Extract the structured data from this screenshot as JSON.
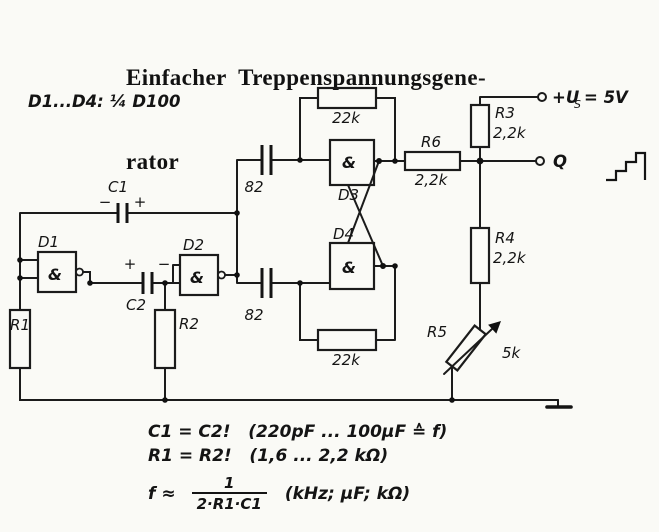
{
  "title": {
    "line1": "Einfacher  Treppenspannungsgene-",
    "line2": "rator"
  },
  "note": "D1...D4: ¼ D100",
  "gates": {
    "d1": "D1",
    "d2": "D2",
    "d3": "D3",
    "d4": "D4",
    "symbol": "&"
  },
  "capacitors": {
    "c1": "C1",
    "c1_left_sign": "−",
    "c1_right_sign": "+",
    "c2": "C2",
    "c2_left_sign": "+",
    "c2_right_sign": "−",
    "c82_top": "82",
    "c82_bottom": "82"
  },
  "resistors": {
    "r1": "R1",
    "r2": "R2",
    "r3": "R3",
    "r3_value": "2,2k",
    "r4": "R4",
    "r4_value": "2,2k",
    "r5": "R5",
    "r5_value": "5k",
    "r6": "R6",
    "r6_value": "2,2k",
    "r22k_top": "22k",
    "r22k_bottom": "22k"
  },
  "power": {
    "supply_prefix": "+U",
    "supply_sub": "S",
    "supply_value": "= 5V",
    "output": "Q"
  },
  "formulas": {
    "line1": "C1 = C2!   (220pF ... 100µF ≙ f)",
    "line2": "R1 = R2!   (1,6 ... 2,2 kΩ)",
    "line3_lhs": "f ≈",
    "line3_numerator": "1",
    "line3_denominator": "2·R1·C1",
    "line3_units": "(kHz; µF; kΩ)"
  }
}
